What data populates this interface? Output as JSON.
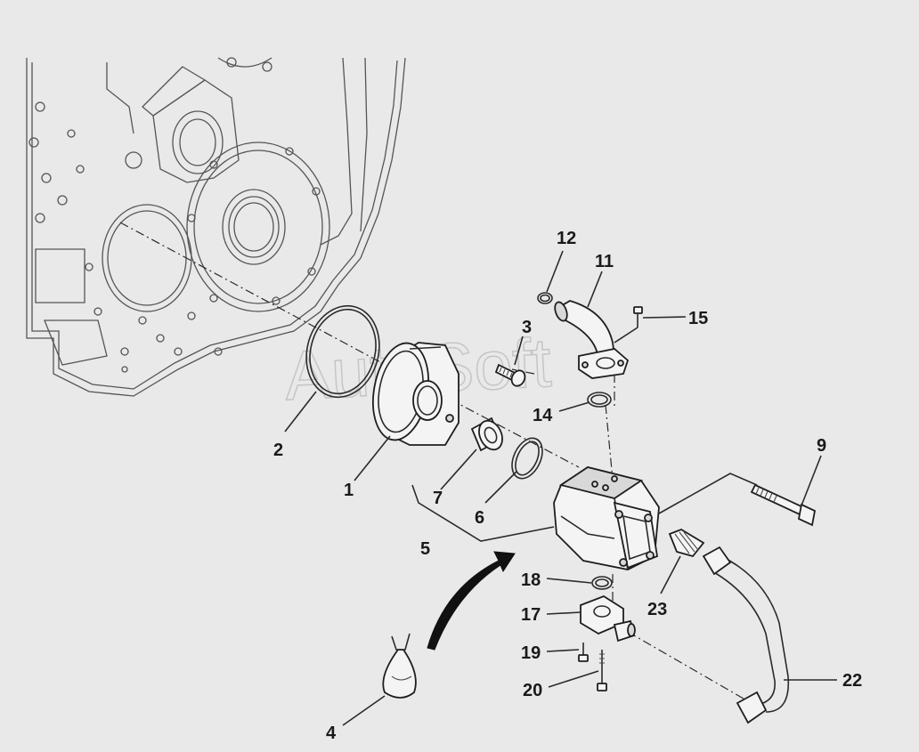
{
  "watermark": "AutoSoft",
  "callouts": [
    {
      "id": "1",
      "label": "1"
    },
    {
      "id": "2",
      "label": "2"
    },
    {
      "id": "3",
      "label": "3"
    },
    {
      "id": "4",
      "label": "4"
    },
    {
      "id": "5",
      "label": "5"
    },
    {
      "id": "6",
      "label": "6"
    },
    {
      "id": "7",
      "label": "7"
    },
    {
      "id": "9",
      "label": "9"
    },
    {
      "id": "11",
      "label": "11"
    },
    {
      "id": "12",
      "label": "12"
    },
    {
      "id": "14",
      "label": "14"
    },
    {
      "id": "15",
      "label": "15"
    },
    {
      "id": "17",
      "label": "17"
    },
    {
      "id": "18",
      "label": "18"
    },
    {
      "id": "19",
      "label": "19"
    },
    {
      "id": "20",
      "label": "20"
    },
    {
      "id": "22",
      "label": "22"
    },
    {
      "id": "23",
      "label": "23"
    }
  ]
}
